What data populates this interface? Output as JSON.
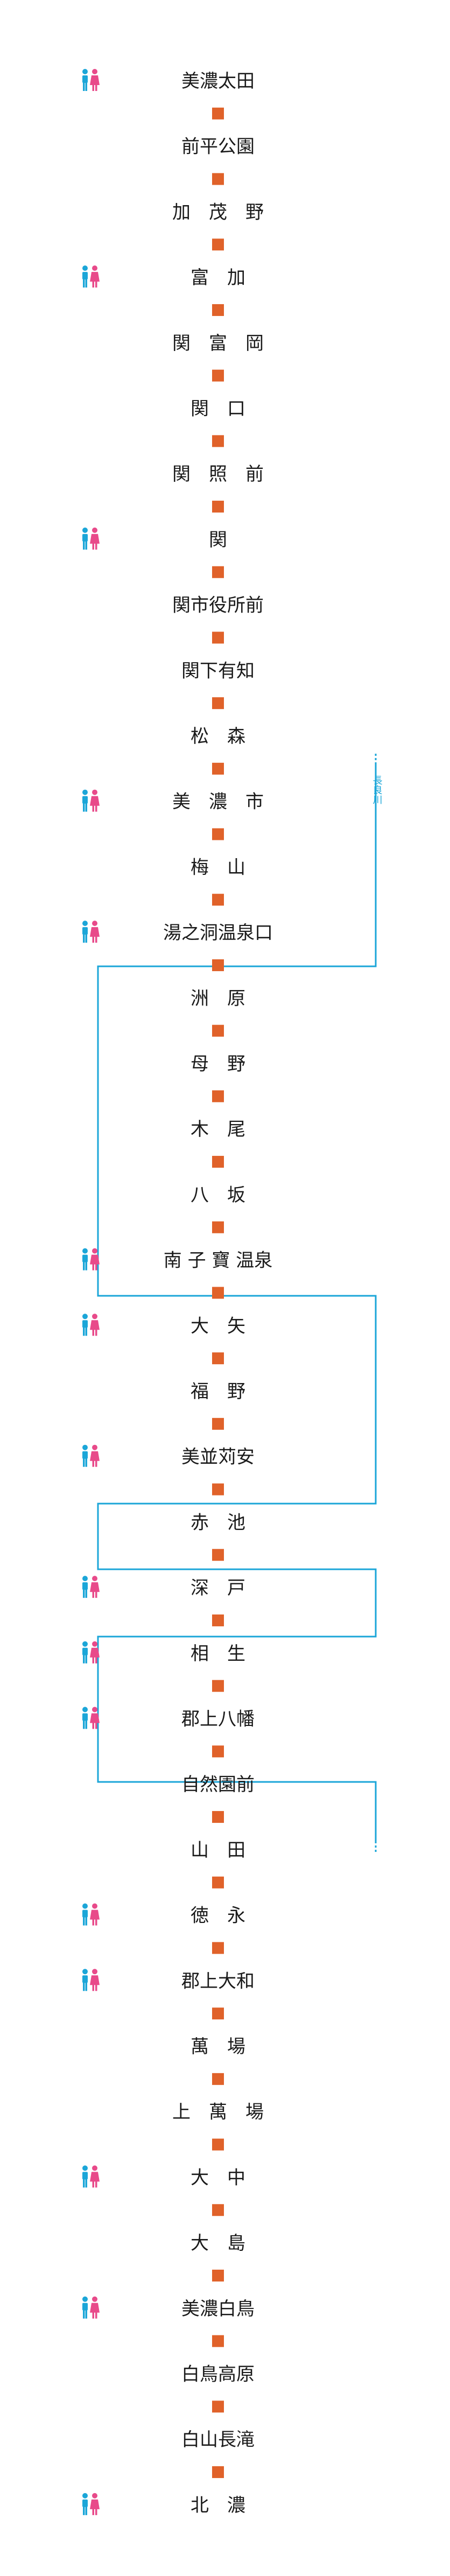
{
  "colors": {
    "station_marker": "#e0622a",
    "river": "#1ba6d8",
    "toilet_male": "#1ba6d8",
    "toilet_female": "#e84a8a",
    "text": "#1a1a1a"
  },
  "icons": {
    "toilet": "restroom-icon"
  },
  "river_label": "長良川",
  "stations": [
    {
      "name": "美濃太田",
      "toilet": true
    },
    {
      "name": "前平公園",
      "toilet": false
    },
    {
      "name": "加　茂　野",
      "toilet": false
    },
    {
      "name": "富　加",
      "toilet": true
    },
    {
      "name": "関　富　岡",
      "toilet": false
    },
    {
      "name": "関　口",
      "toilet": false
    },
    {
      "name": "関　照　前",
      "toilet": false
    },
    {
      "name": "関",
      "toilet": true
    },
    {
      "name": "関市役所前",
      "toilet": false
    },
    {
      "name": "関下有知",
      "toilet": false
    },
    {
      "name": "松　森",
      "toilet": false
    },
    {
      "name": "美　濃　市",
      "toilet": true
    },
    {
      "name": "梅　山",
      "toilet": false
    },
    {
      "name": "湯之洞温泉口",
      "toilet": true
    },
    {
      "name": "洲　原",
      "toilet": false
    },
    {
      "name": "母　野",
      "toilet": false
    },
    {
      "name": "木　尾",
      "toilet": false
    },
    {
      "name": "八　坂",
      "toilet": false
    },
    {
      "name": "南 子 寶 温泉",
      "toilet": true
    },
    {
      "name": "大　矢",
      "toilet": true
    },
    {
      "name": "福　野",
      "toilet": false
    },
    {
      "name": "美並苅安",
      "toilet": true
    },
    {
      "name": "赤　池",
      "toilet": false
    },
    {
      "name": "深　戸",
      "toilet": true
    },
    {
      "name": "相　生",
      "toilet": true
    },
    {
      "name": "郡上八幡",
      "toilet": true
    },
    {
      "name": "自然園前",
      "toilet": false
    },
    {
      "name": "山　田",
      "toilet": false
    },
    {
      "name": "徳　永",
      "toilet": true
    },
    {
      "name": "郡上大和",
      "toilet": true
    },
    {
      "name": "萬　場",
      "toilet": false
    },
    {
      "name": "上　萬　場",
      "toilet": false
    },
    {
      "name": "大　中",
      "toilet": true
    },
    {
      "name": "大　島",
      "toilet": false
    },
    {
      "name": "美濃白鳥",
      "toilet": true
    },
    {
      "name": "白鳥高原",
      "toilet": false
    },
    {
      "name": "白山長滝",
      "toilet": false
    },
    {
      "name": "北　濃",
      "toilet": true
    }
  ]
}
